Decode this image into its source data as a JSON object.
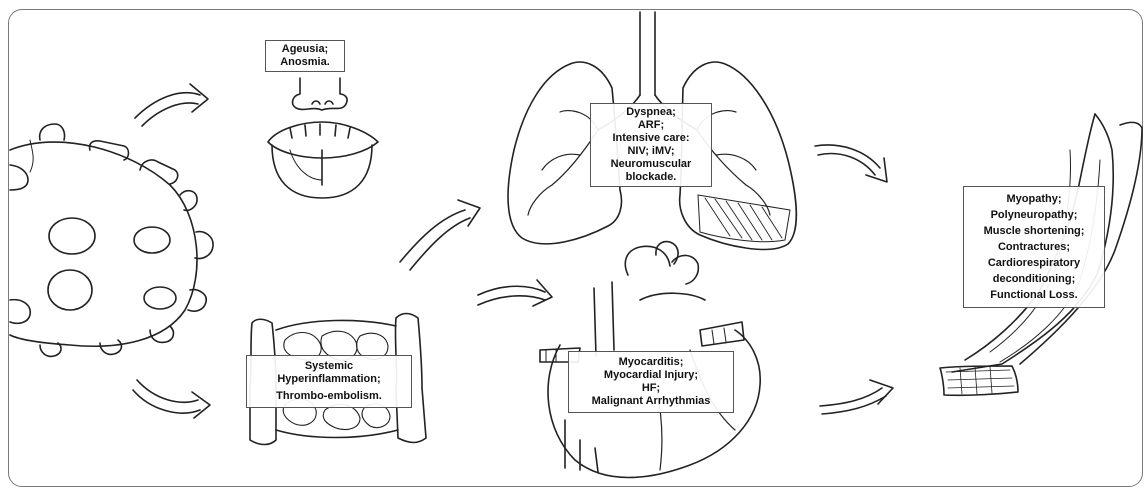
{
  "labels": {
    "taste_smell": [
      "Ageusia;",
      "Anosmia."
    ],
    "lungs": [
      "Dyspnea;",
      "ARF;",
      "Intensive care:",
      "NIV; iMV;",
      "Neuromuscular",
      "blockade."
    ],
    "vessels": [
      "Systemic",
      "Hyperinflammation;",
      "Thrombo-embolism."
    ],
    "heart": [
      "Myocarditis;",
      "Myocardial Injury;",
      "HF;",
      "Malignant Arrhythmias"
    ],
    "muscle": [
      "Myopathy;",
      "Polyneuropathy;",
      "Muscle shortening;",
      "Contractures;",
      "Cardiorespiratory",
      "deconditioning;",
      "Functional Loss."
    ]
  },
  "icons": [
    "virus-icon",
    "mouth-nose-icon",
    "lungs-icon",
    "blood-vessels-icon",
    "heart-icon",
    "muscle-icon",
    "arrow-icon"
  ]
}
